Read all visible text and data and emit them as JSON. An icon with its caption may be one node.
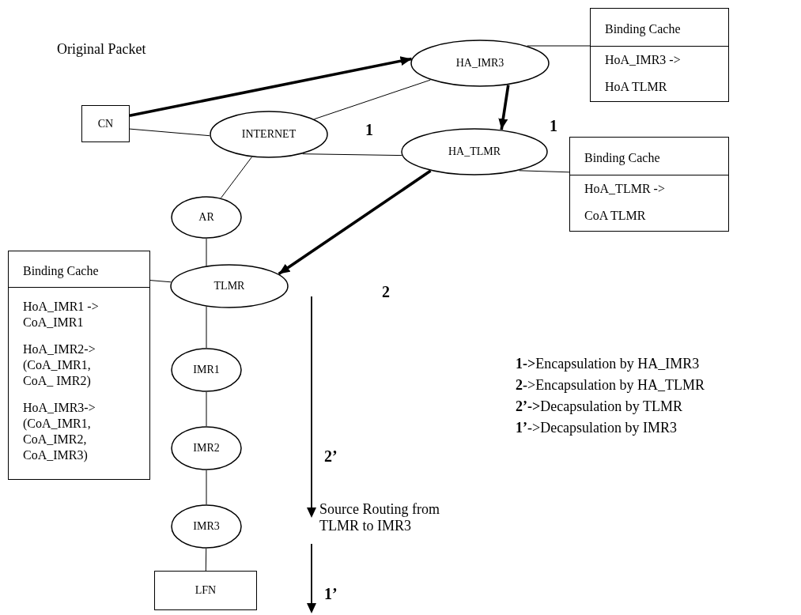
{
  "diagram": {
    "nodes": [
      {
        "text": [
          "CN"
        ]
      },
      {
        "text": [
          "INTERNET"
        ]
      },
      {
        "text": [
          "HA_IMR3"
        ]
      },
      {
        "text": [
          "Binding Cache",
          "HoA_IMR3 ->",
          "HoA TLMR"
        ]
      },
      {
        "text": [
          "HA_TLMR"
        ]
      },
      {
        "text": [
          "Binding Cache",
          "HoA_TLMR ->",
          "CoA TLMR"
        ]
      },
      {
        "text": [
          "AR"
        ]
      },
      {
        "text": [
          "Binding Cache",
          "HoA_IMR1 -> CoA_IMR1",
          "HoA_IMR2-> (CoA_IMR1, CoA_ IMR2)",
          "HoA_IMR3-> (CoA_IMR1, CoA_IMR2, CoA_IMR3)"
        ]
      },
      {
        "text": [
          "TLMR"
        ]
      },
      {
        "text": [
          "IMR1"
        ]
      },
      {
        "text": [
          "IMR2"
        ]
      },
      {
        "text": [
          "IMR3"
        ]
      },
      {
        "text": [
          "LFN"
        ]
      }
    ],
    "edges": [
      {
        "from": 0,
        "to": 2,
        "arrow": "to",
        "style": "thick"
      },
      {
        "from": 0,
        "to": 1,
        "arrow": "none"
      },
      {
        "from": 1,
        "to": 2,
        "arrow": "none"
      },
      {
        "from": 1,
        "to": 4,
        "arrow": "none"
      },
      {
        "from": 1,
        "to": 6,
        "arrow": "none"
      },
      {
        "from": 2,
        "to": 4,
        "arrow": "to",
        "style": "thick"
      },
      {
        "from": 2,
        "to": 3,
        "arrow": "none"
      },
      {
        "from": 4,
        "to": 5,
        "arrow": "none"
      },
      {
        "from": 4,
        "to": 8,
        "arrow": "to",
        "style": "thick"
      },
      {
        "from": 6,
        "to": 8,
        "arrow": "none"
      },
      {
        "from": 8,
        "to": 7,
        "arrow": "none"
      },
      {
        "from": 8,
        "to": 9,
        "arrow": "none"
      },
      {
        "from": 9,
        "to": 10,
        "arrow": "none"
      },
      {
        "from": 10,
        "to": 11,
        "arrow": "none"
      },
      {
        "from": 11,
        "to": 12,
        "arrow": "none"
      }
    ],
    "labels": [
      "Original Packet",
      "1",
      "1",
      "2",
      "**1->**Encapsulation by HA_IMR3",
      "**2**->Encapsulation by HA_TLMR",
      "**2’->**Decapsulation by TLMR",
      "**1’**->Decapsulation by IMR3",
      "2’",
      "Source Routing from TLMR to IMR3",
      "1’"
    ]
  }
}
